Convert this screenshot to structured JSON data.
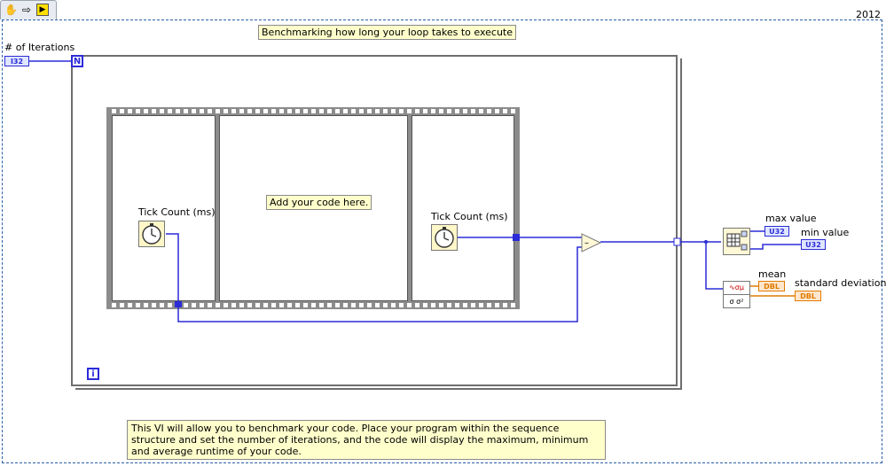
{
  "toolbar": {
    "year": "2012",
    "icons": [
      "hand-icon",
      "arrow-icon",
      "vi-icon"
    ]
  },
  "diagram": {
    "title": "Benchmarking how long your loop takes to execute",
    "iterations_label": "# of Iterations",
    "iterations_type": "I32",
    "loop_count_terminal": "N",
    "loop_index_terminal": "i",
    "frame1_label": "Tick Count (ms)",
    "frame2_label": "Add your code here.",
    "frame3_label": "Tick Count (ms)",
    "max_label": "max value",
    "min_label": "min value",
    "max_type": "U32",
    "min_type": "U32",
    "mean_label": "mean",
    "std_label": "standard deviation",
    "mean_type": "DBL",
    "std_type": "DBL",
    "stats_node_bottom": "σ σ²",
    "stats_node_top": "∿σμ",
    "description": "This VI will allow you to benchmark your code.  Place your program within the sequence structure and set the number of iterations, and the code will display the maximum, minimum and average runtime of your code."
  },
  "colors": {
    "int_wire": "#2b2bd8",
    "dbl_wire": "#e07b00",
    "frame_border": "#6e6e6e",
    "film": "#8c8c8c",
    "comment_bg": "#ffffcc"
  }
}
